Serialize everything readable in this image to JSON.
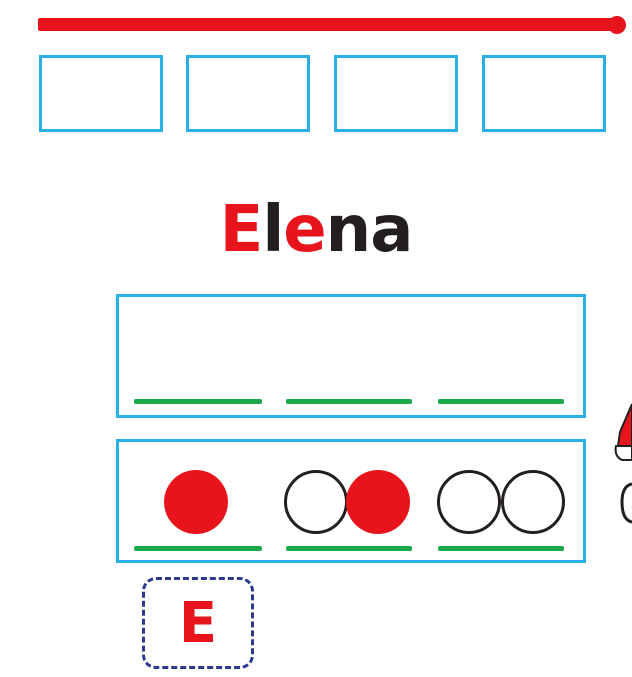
{
  "name": {
    "letters": [
      {
        "char": "E",
        "color": "#e8141b"
      },
      {
        "char": "l",
        "color": "#231f20"
      },
      {
        "char": "e",
        "color": "#e8141b"
      },
      {
        "char": "n",
        "color": "#231f20"
      },
      {
        "char": "a",
        "color": "#231f20"
      }
    ]
  },
  "syllables": [
    {
      "circles": [
        "filled"
      ]
    },
    {
      "circles": [
        "empty",
        "filled"
      ]
    },
    {
      "circles": [
        "empty",
        "empty"
      ]
    }
  ],
  "letter_tile": {
    "label": "E"
  },
  "colors": {
    "accent_red": "#e8141b",
    "box_blue": "#29aee6",
    "line_green": "#1aa84a",
    "tile_border": "#2b3990",
    "text_dark": "#231f20"
  }
}
